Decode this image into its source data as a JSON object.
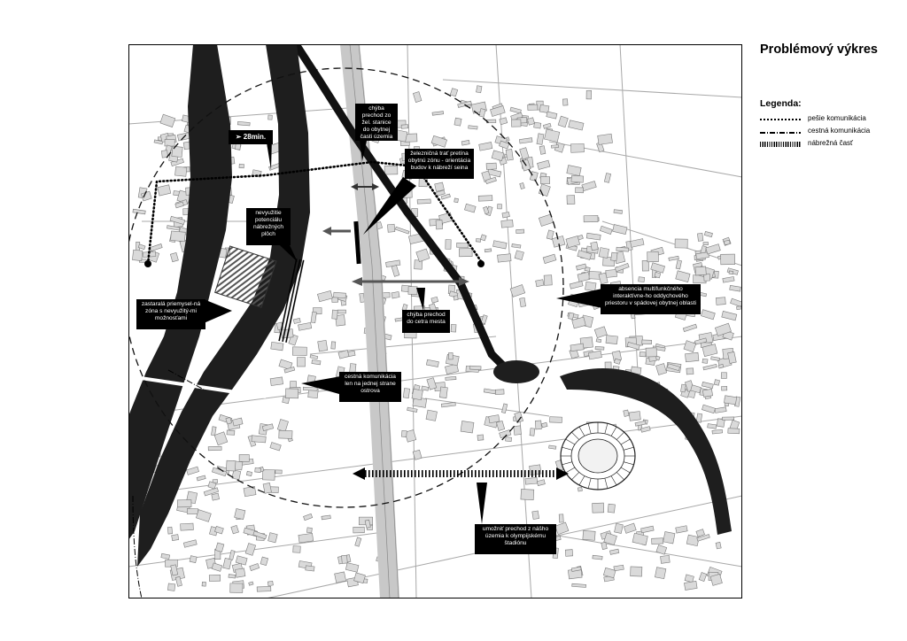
{
  "title": "Problémový výkres",
  "legend": {
    "title": "Legenda:",
    "items": [
      {
        "label": "pešie komunikácia",
        "symbol": "dotted-line"
      },
      {
        "label": "cestná komunikácia",
        "symbol": "dash-dot-line"
      },
      {
        "label": "nábrežná časť",
        "symbol": "hatched-bar"
      }
    ]
  },
  "annotations": {
    "walk_time": "28min.",
    "crossing_station": "chýba prechod zo žel. stanice do obytnej časti územia",
    "railway": "železničná trať pretína obytnú zónu - orientácia budov k nábreží seina",
    "riverfront": "nevyužitie potenciálu nábrežných plôch",
    "industrial": "zastaralá priemysel-ná zóna s nevyužitý-mi možnosťami",
    "city_center": "chýba prechod do cetra mesta",
    "road_one_side": "cestná komunikácia len na jednej strane ostrova",
    "leisure": "absencia multifunkčného interaktívne-ho oddychového priestoru v spádovej obytnej oblasti",
    "stadium": "umožniť prechod z nášho územia k olympijskému štadiónu"
  },
  "colors": {
    "river": "#1e1e1e",
    "building": "#d9d9d9",
    "road": "#9a9a9a",
    "background": "#ffffff"
  }
}
